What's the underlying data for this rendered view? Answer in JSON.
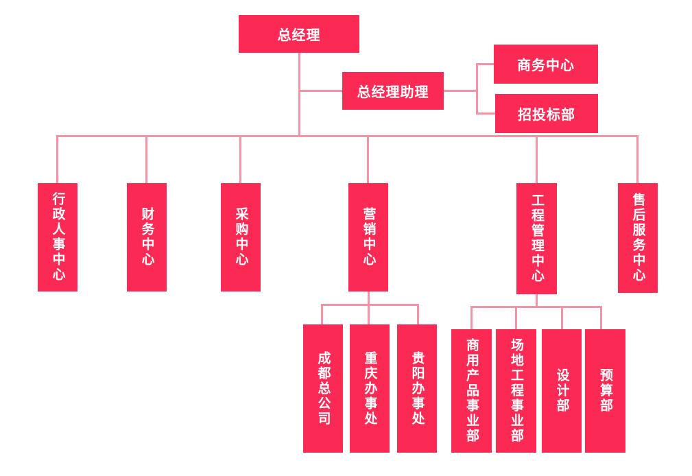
{
  "diagram": {
    "type": "org-chart",
    "colors": {
      "box": "#fa2a55",
      "line": "#f592a6",
      "text": "#ffffff"
    },
    "nodes": {
      "root": {
        "label": "总经理"
      },
      "assistant": {
        "label": "总经理助理"
      },
      "assistant_children": [
        {
          "label": "商务中心"
        },
        {
          "label": "招投标部"
        }
      ],
      "departments": [
        {
          "label": "行政人事中心"
        },
        {
          "label": "财务中心"
        },
        {
          "label": "采购中心"
        },
        {
          "label": "营销中心"
        },
        {
          "label": "工程管理中心"
        },
        {
          "label": "售后服务中心"
        }
      ],
      "marketing_children": [
        {
          "label": "成都总公司"
        },
        {
          "label": "重庆办事处"
        },
        {
          "label": "贵阳办事处"
        }
      ],
      "engineering_children": [
        {
          "label": "商用产品事业部"
        },
        {
          "label": "场地工程事业部"
        },
        {
          "label": "设计部"
        },
        {
          "label": "预算部"
        }
      ]
    }
  }
}
